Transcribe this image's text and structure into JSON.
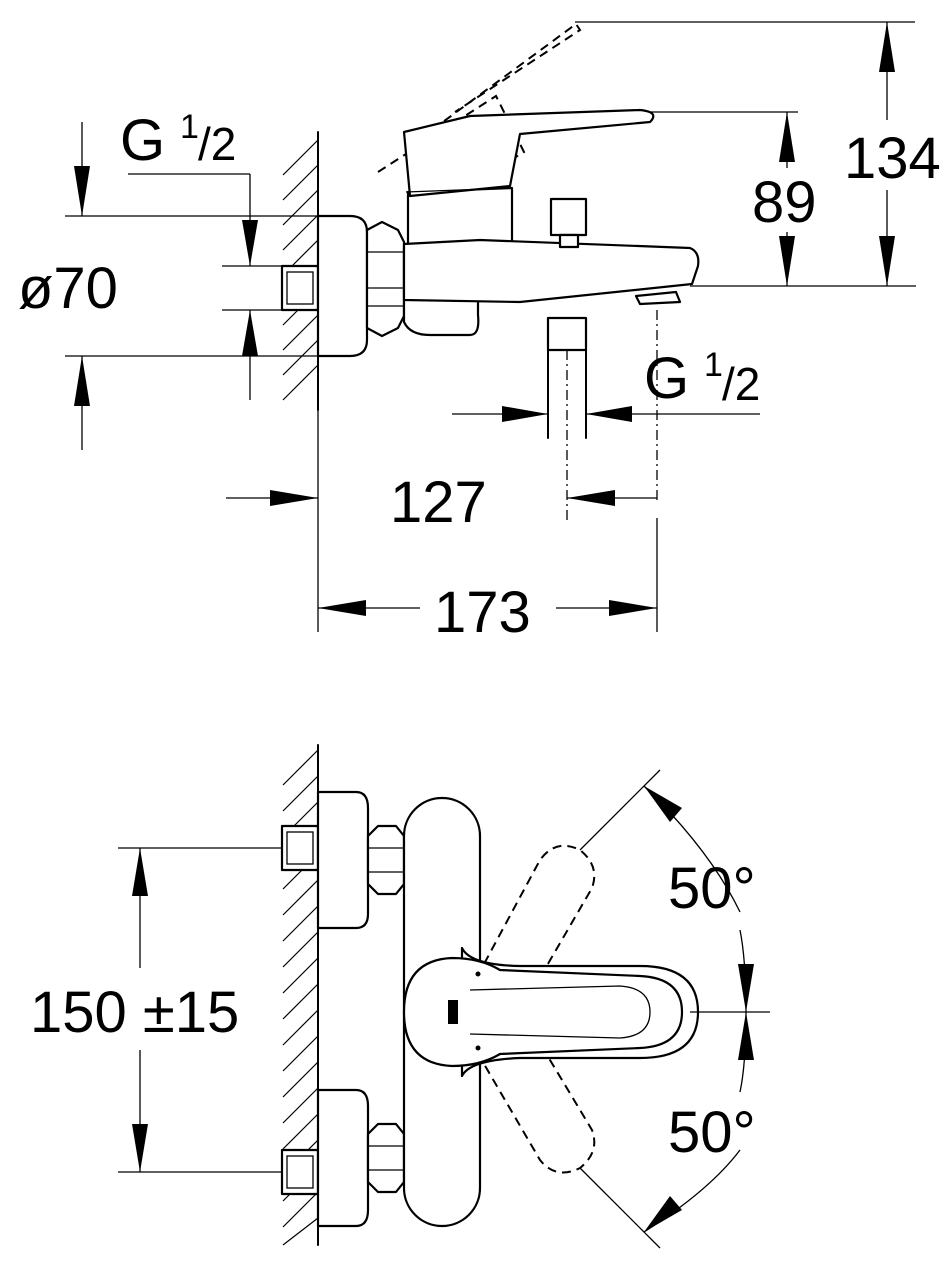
{
  "side_view": {
    "thread_inlet_label": "G",
    "thread_inlet_num": "1",
    "thread_inlet_den": "/2",
    "diameter_label": "ø70",
    "dim_89": "89",
    "dim_134": "134",
    "thread_outlet_label": "G",
    "thread_outlet_num": "1",
    "thread_outlet_den": "/2",
    "dim_127": "127",
    "dim_173": "173"
  },
  "front_view": {
    "dim_150": "150 ±15",
    "angle_upper": "50°",
    "angle_lower": "50°"
  }
}
